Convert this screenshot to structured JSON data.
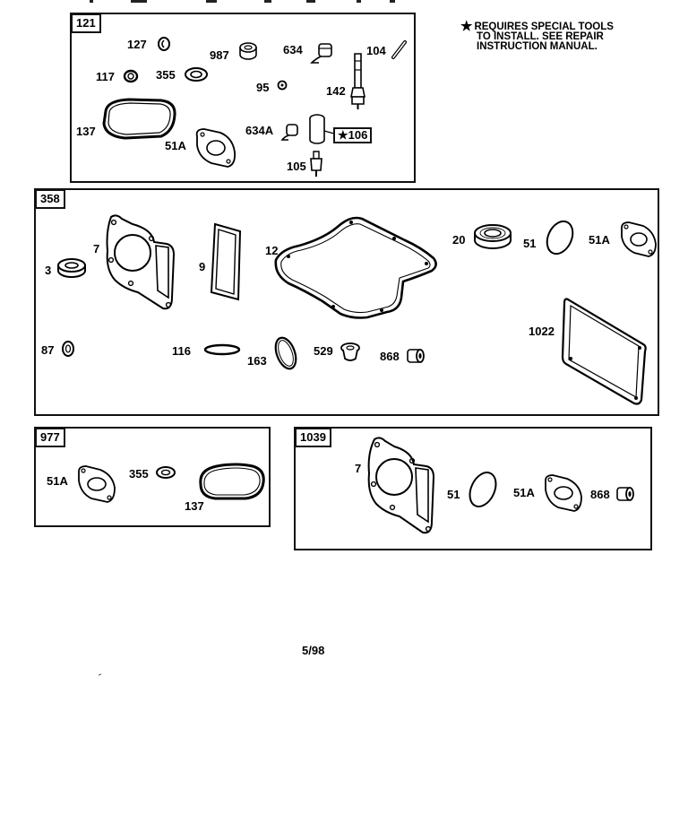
{
  "note": {
    "star": "★",
    "lines": [
      "REQUIRES SPECIAL TOOLS",
      "TO INSTALL.  SEE REPAIR",
      "INSTRUCTION MANUAL."
    ]
  },
  "page_code": "5/98",
  "kits": [
    {
      "tag": "121",
      "parts": [
        "127",
        "987",
        "634",
        "104",
        "117",
        "355",
        "95",
        "142",
        "137",
        "634A",
        "51A",
        "106",
        "105"
      ],
      "special_tool_part": "106"
    },
    {
      "tag": "358",
      "parts": [
        "7",
        "9",
        "12",
        "20",
        "51",
        "51A",
        "3",
        "1022",
        "87",
        "116",
        "163",
        "529",
        "868"
      ]
    },
    {
      "tag": "977",
      "parts": [
        "51A",
        "355",
        "137"
      ]
    },
    {
      "tag": "1039",
      "parts": [
        "7",
        "51",
        "51A",
        "868"
      ]
    }
  ]
}
